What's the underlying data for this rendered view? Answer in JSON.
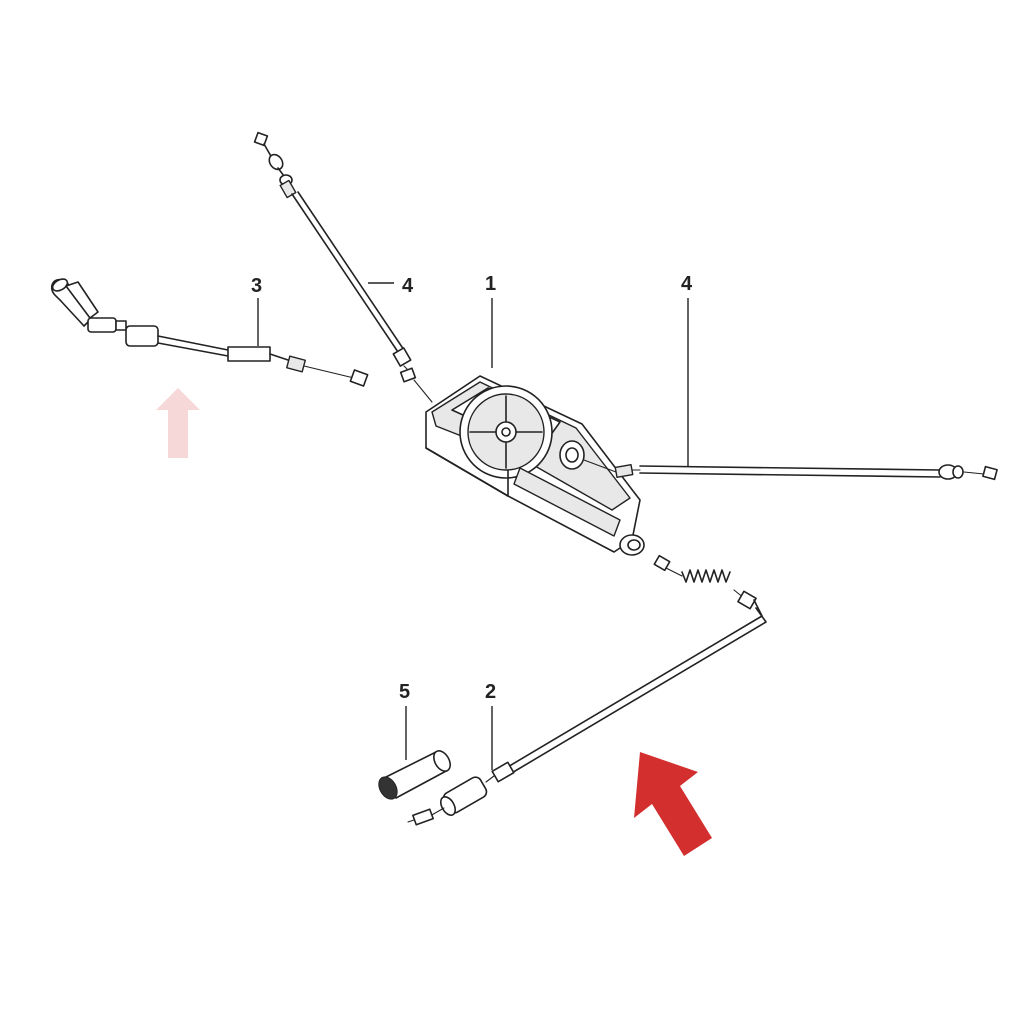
{
  "diagram": {
    "callouts": [
      {
        "id": "c1",
        "label": "1"
      },
      {
        "id": "c2",
        "label": "2"
      },
      {
        "id": "c3",
        "label": "3"
      },
      {
        "id": "c4a",
        "label": "4"
      },
      {
        "id": "c4b",
        "label": "4"
      },
      {
        "id": "c5",
        "label": "5"
      }
    ],
    "colors": {
      "line": "#222222",
      "highlight_arrow": "#d32f2f",
      "ghost_arrow": "#f6d8d8",
      "background": "#ffffff"
    },
    "icons": [
      "highlight-arrow-icon",
      "ghost-arrow-icon"
    ]
  }
}
